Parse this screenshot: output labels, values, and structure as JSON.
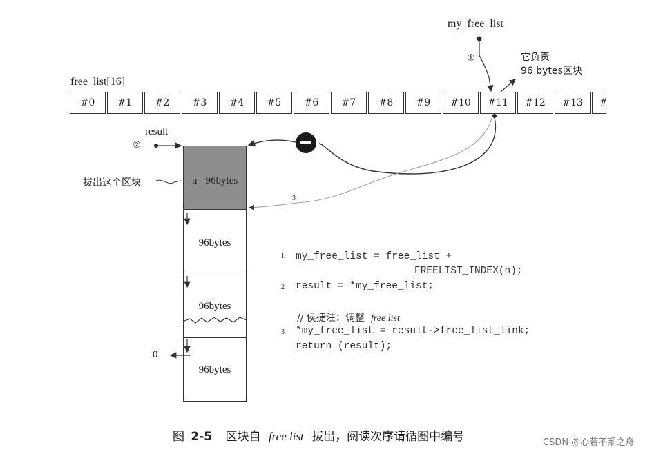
{
  "labels": {
    "my_free_list": "my_free_list",
    "free_list": "free_list[16]",
    "responsible_line1": "它负责",
    "responsible_line2": "96 bytes区块",
    "result": "result",
    "pull_out": "拔出这个区块",
    "step1": "①",
    "step2": "②",
    "step3_curve": "3",
    "zero": "0"
  },
  "free_list_cells": [
    "#0",
    "#1",
    "#2",
    "#3",
    "#4",
    "#5",
    "#6",
    "#7",
    "#8",
    "#9",
    "#10",
    "#11",
    "#12",
    "#13",
    "#"
  ],
  "blocks": [
    {
      "label": "n= 96bytes",
      "shaded": true
    },
    {
      "label": "96bytes",
      "shaded": false
    },
    {
      "label": "96bytes",
      "shaded": false
    },
    {
      "label": "96bytes",
      "shaded": false
    }
  ],
  "code": {
    "n1": "1",
    "l1": "my_free_list = free_list +",
    "l1b": "FREELIST_INDEX(n);",
    "n2": "2",
    "l2": "result = *my_free_list;",
    "comment_prefix": "// 侯捷注：调整",
    "comment_term": "free list",
    "n3": "3",
    "l3": "*my_free_list = result->free_list_link;",
    "l4": "return (result);"
  },
  "caption": {
    "fig": "图",
    "num": "2-5",
    "text1": "区块自",
    "term": "free list",
    "text2": "拔出，阅读次序请循图中编号"
  },
  "watermark": "CSDN @心若不系之舟",
  "colors": {
    "shaded": "#8e8e8e",
    "line": "#333333"
  }
}
